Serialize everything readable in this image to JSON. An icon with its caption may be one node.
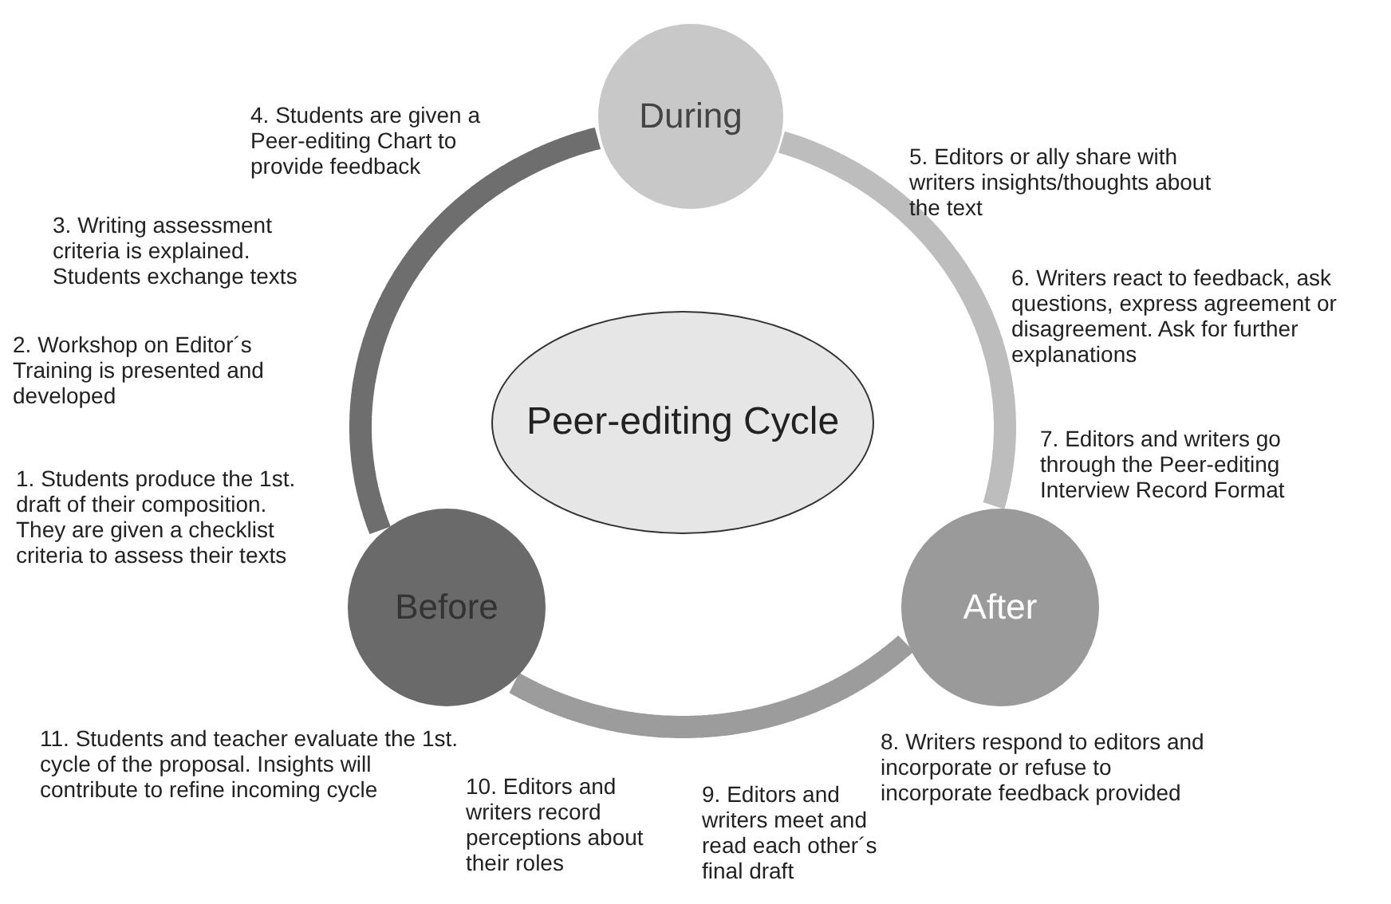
{
  "diagram": {
    "nodes": [
      {
        "text": [
          "During"
        ]
      },
      {
        "text": [
          "Peer-editing Cycle"
        ]
      },
      {
        "text": [
          "Before"
        ]
      },
      {
        "text": [
          "After"
        ]
      }
    ],
    "edges": [
      {
        "from": 2,
        "to": 0,
        "arrow": "none",
        "color": "#6e6e6e"
      },
      {
        "from": 0,
        "to": 3,
        "arrow": "none",
        "color": "#bdbdbd"
      },
      {
        "from": 3,
        "to": 2,
        "arrow": "none",
        "color": "#9c9c9c"
      }
    ],
    "labels": [
      "4. Students are given a Peer-editing Chart to provide feedback",
      "5. Editors or ally share with writers insights/thoughts about the text",
      "3. Writing assessment criteria is explained. Students exchange texts",
      "6. Writers react to feedback, ask questions, express agreement or disagreement. Ask for further explanations",
      "2. Workshop on Editor´s Training is presented and developed",
      "7. Editors and writers go through the Peer-editing Interview Record Format",
      "1. Students produce the 1st. draft of their composition. They are given a checklist criteria to assess their texts",
      "11. Students and teacher evaluate the 1st. cycle of the proposal. Insights will contribute to refine incoming cycle",
      "8. Writers respond to editors and incorporate or refuse to incorporate feedback provided",
      "10. Editors and writers record perceptions about their roles",
      "9. Editors and writers meet and read each other´s final draft"
    ]
  }
}
